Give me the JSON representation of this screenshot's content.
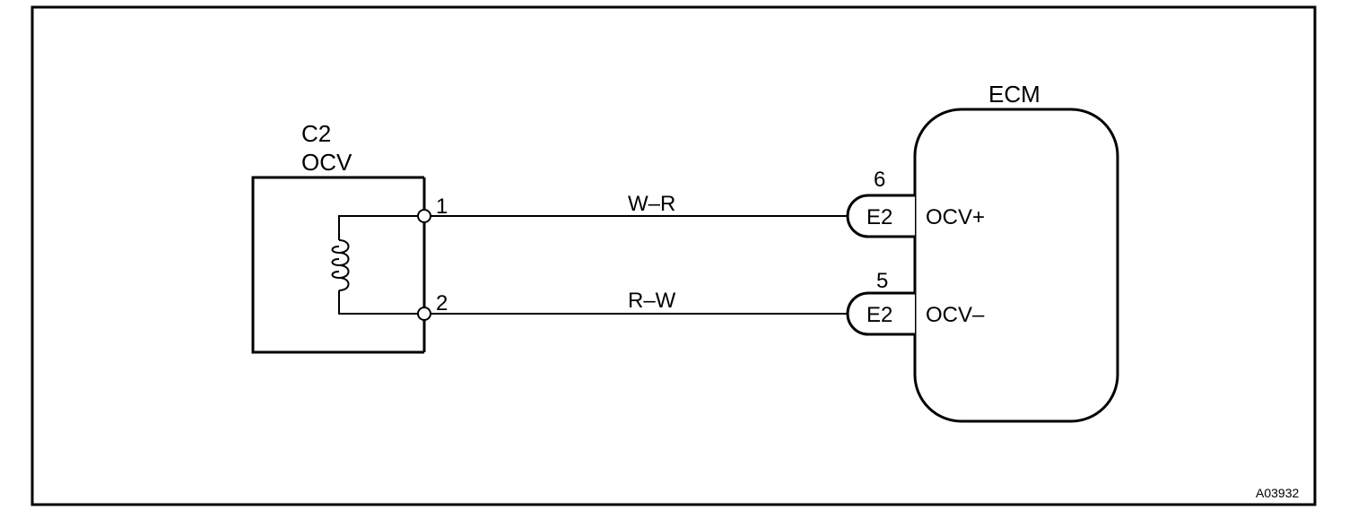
{
  "colors": {
    "line": "#000000",
    "background": "#ffffff"
  },
  "ocv_component": {
    "code": "C2",
    "name": "OCV",
    "icon": "coil-icon",
    "pins": [
      {
        "number": "1"
      },
      {
        "number": "2"
      }
    ]
  },
  "wires": [
    {
      "color_code": "W–R"
    },
    {
      "color_code": "R–W"
    }
  ],
  "ecm": {
    "name": "ECM",
    "terminals": [
      {
        "pin": "6",
        "connector": "E2",
        "signal": "OCV+"
      },
      {
        "pin": "5",
        "connector": "E2",
        "signal": "OCV–"
      }
    ]
  },
  "figure_id": "A03932"
}
